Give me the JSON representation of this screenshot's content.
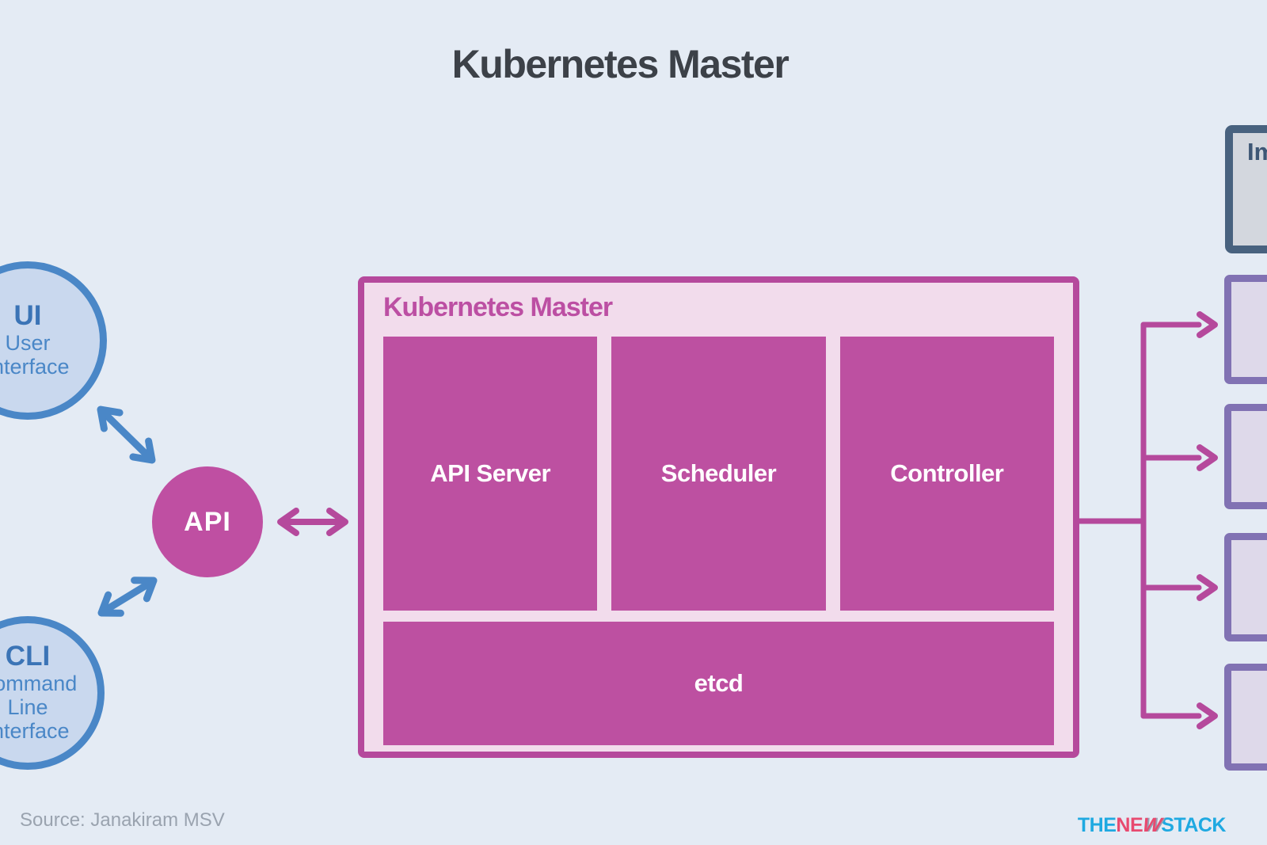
{
  "title": "Kubernetes Master",
  "clients": {
    "ui": {
      "abbr": "UI",
      "name": "User Interface"
    },
    "cli": {
      "abbr": "CLI",
      "name": "Command Line Interface"
    }
  },
  "api": {
    "label": "API"
  },
  "master": {
    "title": "Kubernetes Master",
    "components": [
      "API Server",
      "Scheduler",
      "Controller"
    ],
    "datastore": "etcd"
  },
  "registry": {
    "visible_label": "Im"
  },
  "nodes": {
    "count": 4
  },
  "footer": {
    "source": "Source: Janakiram MSV",
    "logo": {
      "the": "THE",
      "ne": "NE",
      "w": "W",
      "stack": "STACK"
    }
  },
  "colors": {
    "background": "#e4ebf4",
    "title_text": "#3c4148",
    "blue_border": "#4a87c7",
    "blue_fill": "#c9d8ee",
    "magenta_line": "#b5499c",
    "magenta_box": "#bd50a1",
    "pink_container": "#f2dcec",
    "slate_border": "#48627f",
    "slate_fill": "#d3d7de",
    "purple_border": "#8172b3",
    "purple_fill": "#ded9ea",
    "source_text": "#9aa3af",
    "logo_blue": "#1fa9e1",
    "logo_pink": "#e84a6f"
  }
}
